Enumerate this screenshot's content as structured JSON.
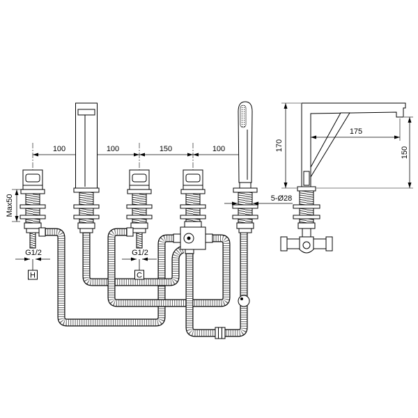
{
  "drawing": {
    "dimensions": {
      "hole_spacing": [
        "100",
        "100",
        "150",
        "100"
      ],
      "deck_thickness": "Max50",
      "mounting_holes": "5-Ø28",
      "spout_projection": "175",
      "spout_overall_height": "170",
      "spout_outlet_height": "150"
    },
    "connections": {
      "hot": {
        "thread": "G1/2",
        "marker": "H"
      },
      "cold": {
        "thread": "G1/2",
        "marker": "C"
      }
    }
  }
}
